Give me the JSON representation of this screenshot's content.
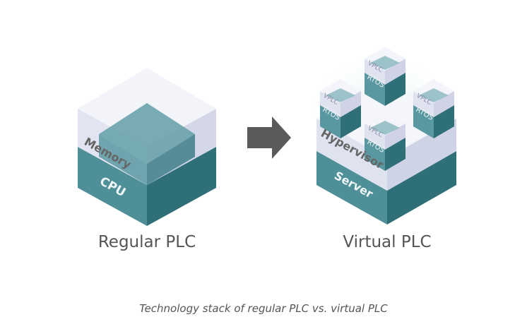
{
  "regular": {
    "title": "Regular PLC",
    "layer_top": "Memory",
    "layer_bottom": "CPU"
  },
  "virtual": {
    "title": "Virtual PLC",
    "layer_hypervisor": "Hypervisor",
    "layer_server": "Server",
    "vm_label_top": "VPLC",
    "vm_label_bottom": "RTOS"
  },
  "caption": "Technology stack of regular PLC vs. virtual PLC",
  "colors": {
    "teal_top": "#6aa3ab",
    "teal_left": "#4f8f98",
    "teal_right": "#2f6f78",
    "glass_top": "#eef0f8",
    "glass_left": "#dfe2ef",
    "glass_right": "#cfd3e6",
    "arrow": "#5a5a5a",
    "label": "#555555",
    "cpu_text": "#eef6f7"
  }
}
